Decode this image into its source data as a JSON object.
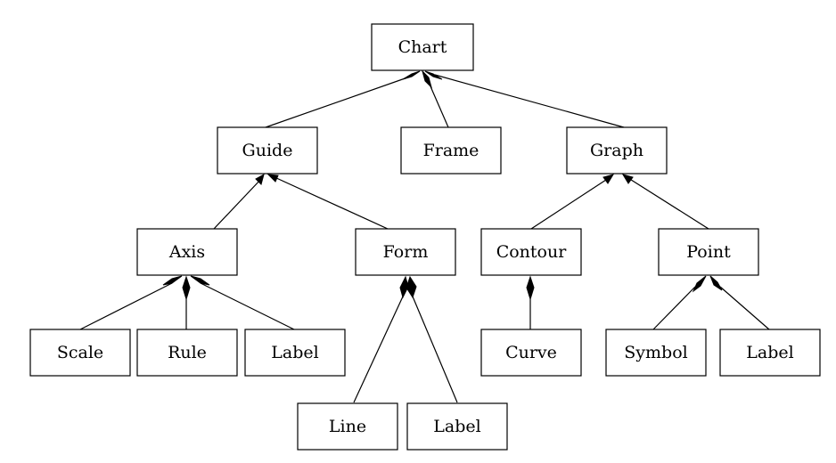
{
  "diagram": {
    "nodes": {
      "chart": "Chart",
      "guide": "Guide",
      "frame": "Frame",
      "graph": "Graph",
      "axis": "Axis",
      "form": "Form",
      "contour": "Contour",
      "point": "Point",
      "scale": "Scale",
      "rule": "Rule",
      "axis_label": "Label",
      "curve": "Curve",
      "symbol": "Symbol",
      "point_label": "Label",
      "line": "Line",
      "form_label": "Label"
    }
  }
}
